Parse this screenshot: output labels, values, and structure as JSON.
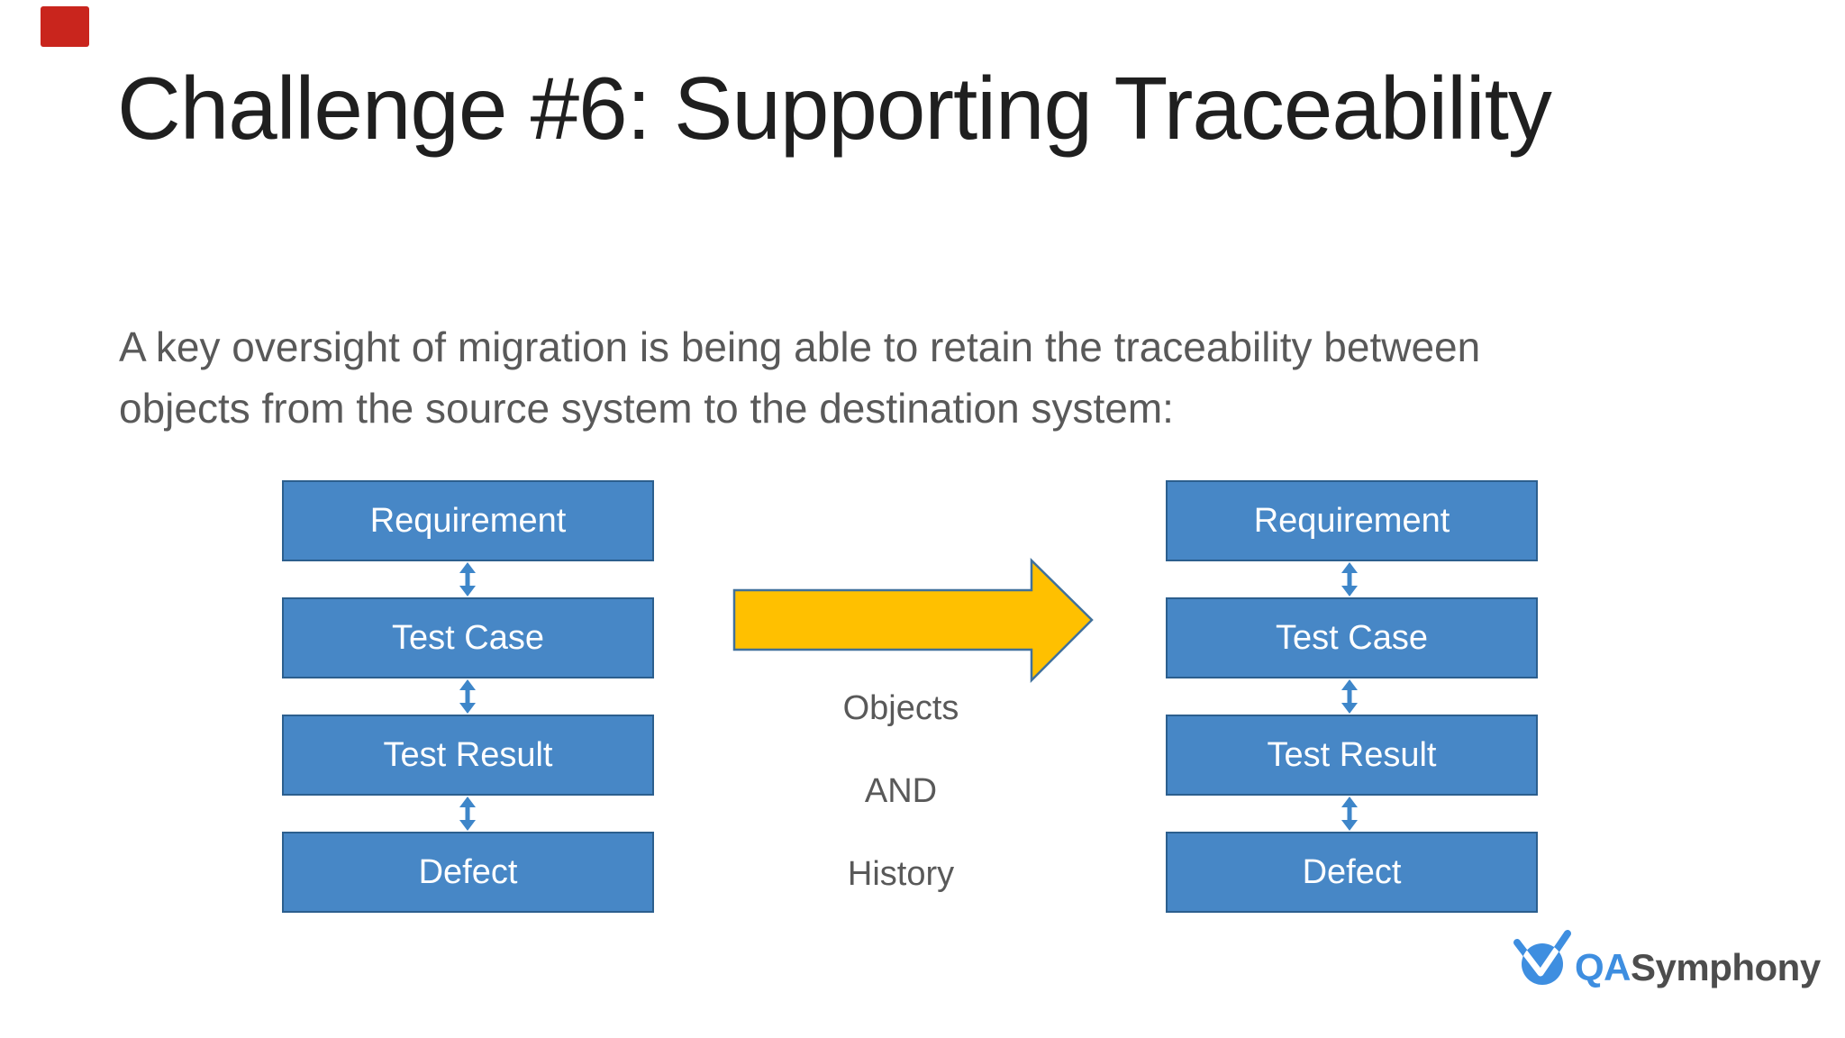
{
  "slide": {
    "title": "Challenge #6: Supporting Traceability",
    "body_lines": [
      "A key oversight of migration is being able to retain the traceability between",
      "objects from the source system to the destination system:"
    ]
  },
  "diagram": {
    "source_column": {
      "boxes": [
        "Requirement",
        "Test Case",
        "Test Result",
        "Defect"
      ]
    },
    "destination_column": {
      "boxes": [
        "Requirement",
        "Test Case",
        "Test Result",
        "Defect"
      ]
    },
    "middle_labels": [
      "Objects",
      "AND",
      "History"
    ],
    "icons": {
      "flow_arrow": "right-arrow",
      "link_arrows": "double-headed-vertical-arrow"
    }
  },
  "logo": {
    "text_blue": "QA",
    "text_gray": "Symphony",
    "icon": "checkmark-circle-with-baton"
  },
  "badge": {
    "shape": "red-rectangle-marker"
  },
  "colors": {
    "badge_red": "#C9251D",
    "title_text": "#1F1F1F",
    "body_text": "#595959",
    "label_text": "#595959",
    "box_fill": "#4787C6",
    "box_border": "#2C5F8E",
    "box_text": "#FFFFFF",
    "link_arrow": "#3E86C9",
    "flow_arrow_fill": "#FFC000",
    "flow_arrow_border": "#41719C",
    "logo_blue": "#3E8EE0",
    "logo_gray": "#4D4D4D"
  }
}
